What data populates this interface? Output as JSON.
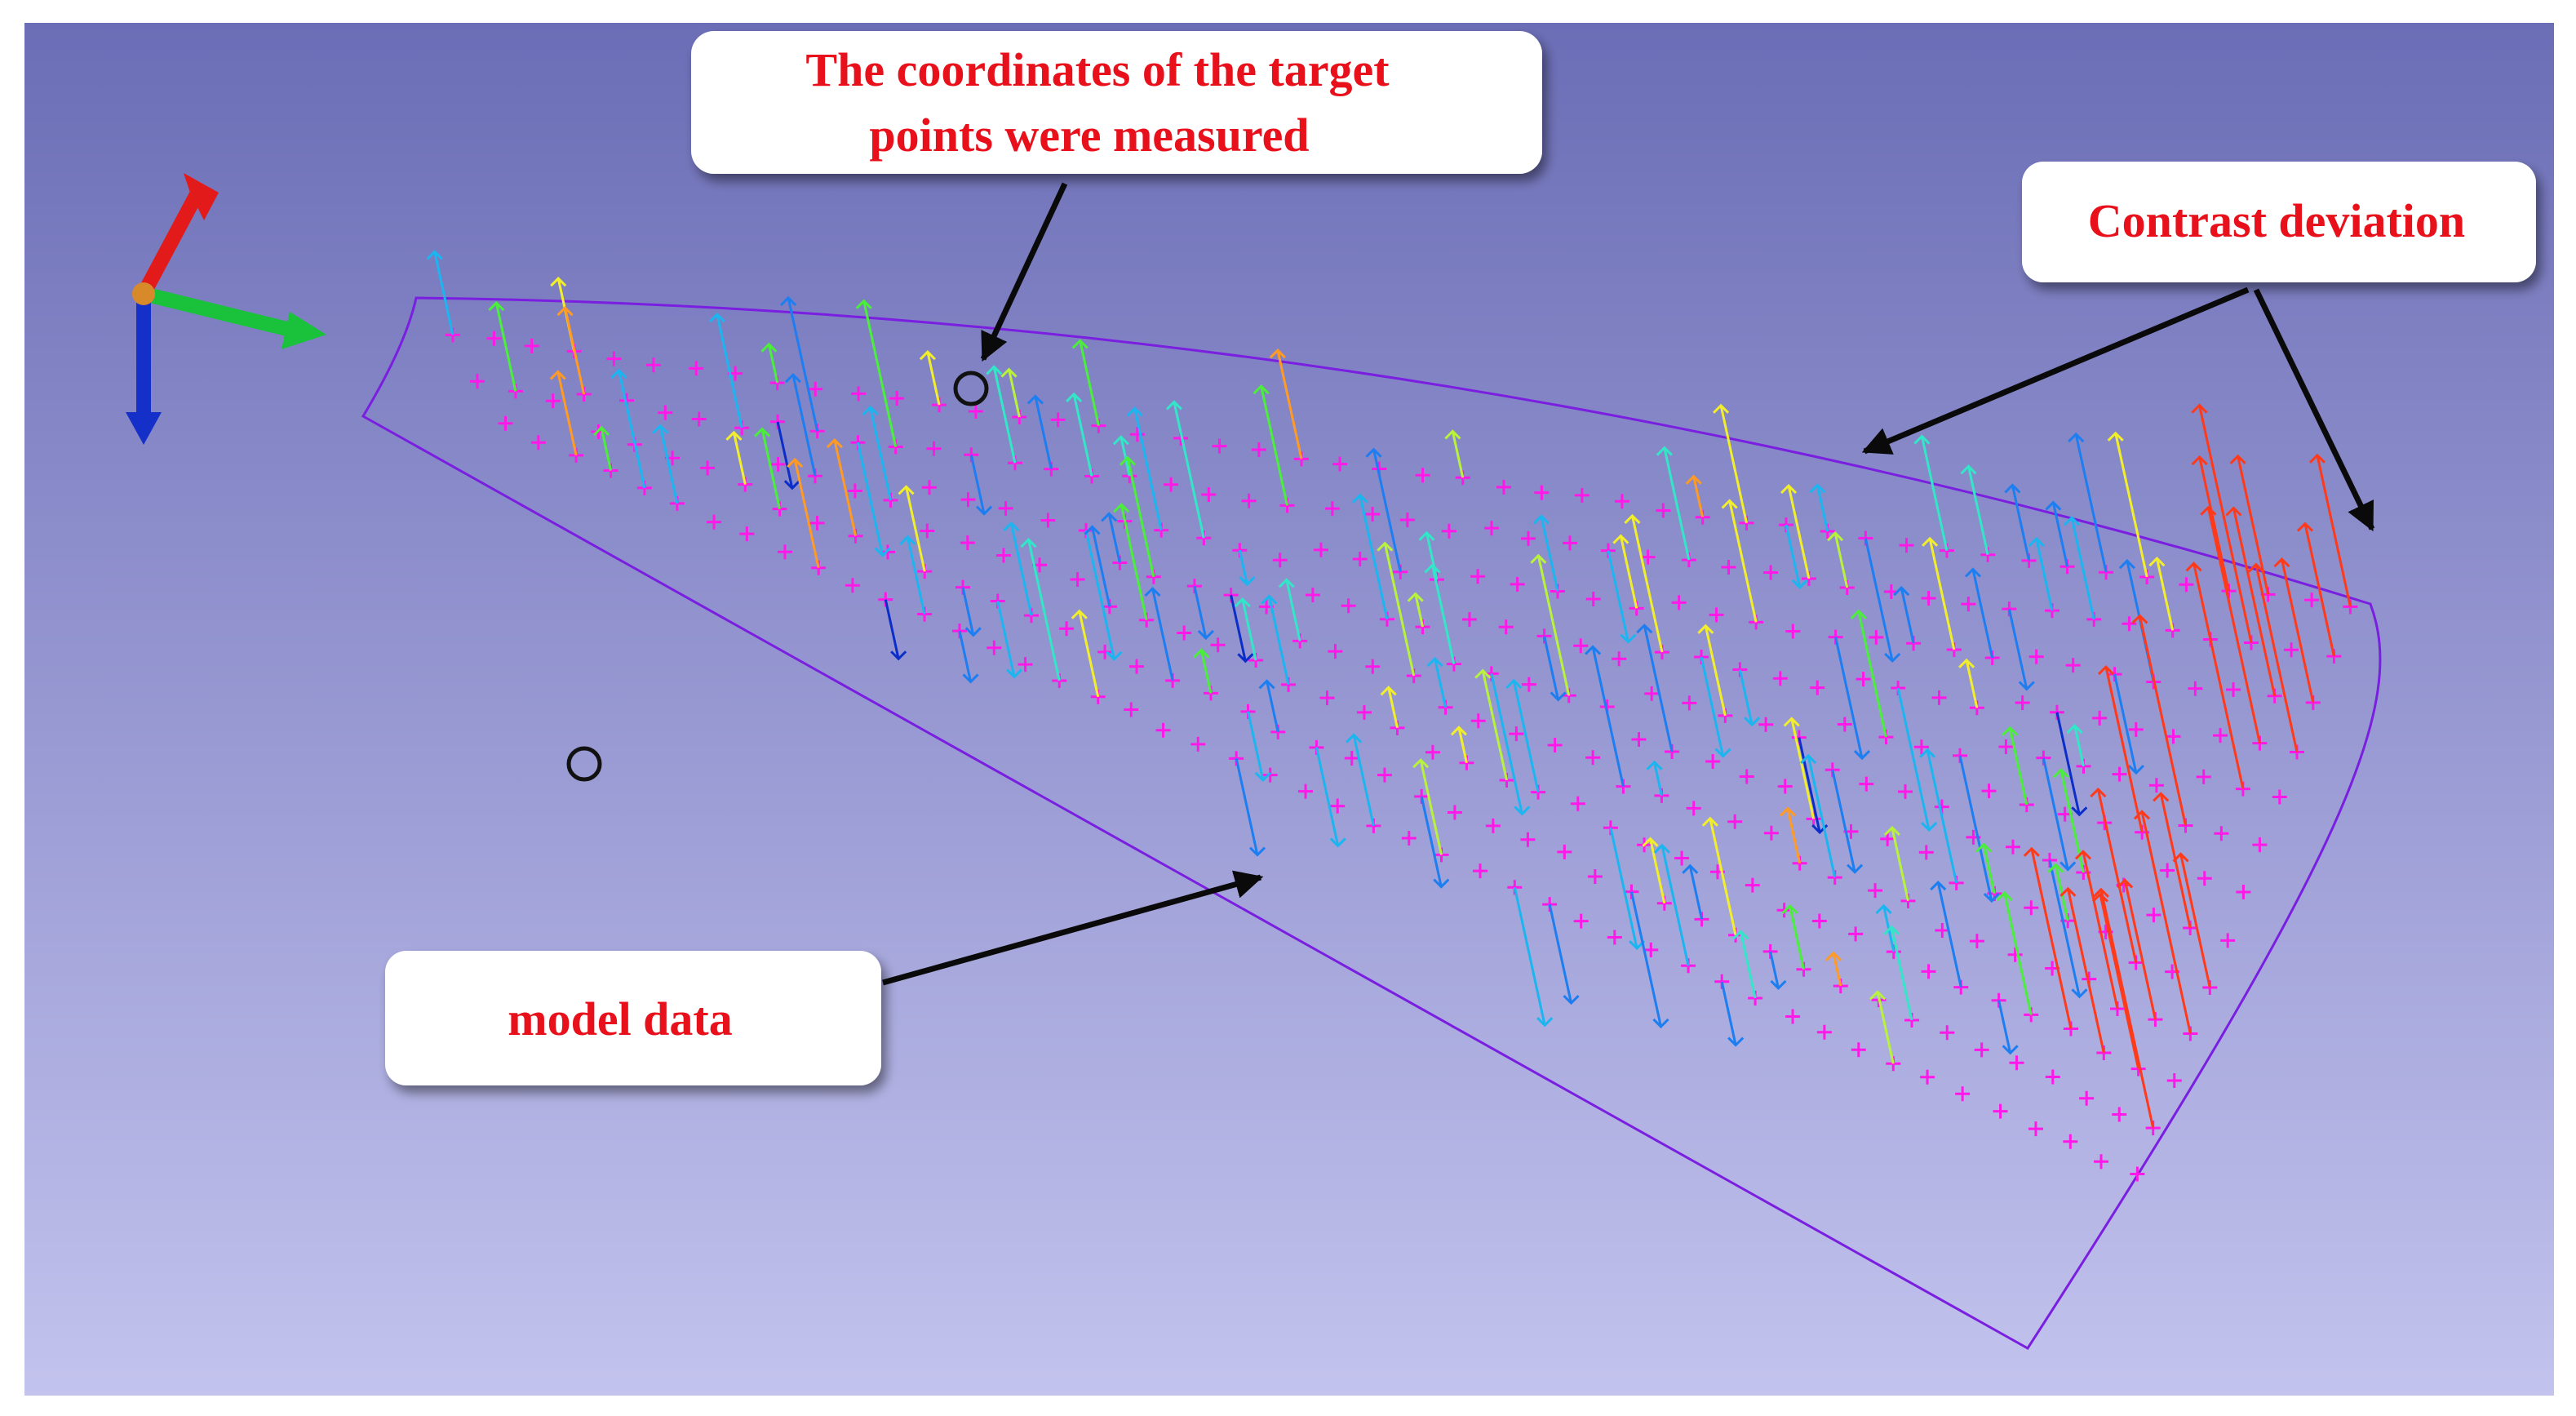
{
  "annotations": {
    "measured_line1": "The coordinates of the target",
    "measured_line2": "points were measured",
    "contrast": "Contrast deviation",
    "model": "model data"
  },
  "colors": {
    "bg_top": "#6b6db6",
    "bg_bottom": "#c3c3ee",
    "boundary": "#7a1ee0",
    "point": "#ff18e8",
    "label_text": "#e8111b",
    "callout_fill": "#ffffff",
    "arrow": "#0a0a0a",
    "axis_x": "#19c23a",
    "axis_y": "#e21a1a",
    "axis_z": "#1530c8",
    "deviation_palette": [
      "#0b2ec9",
      "#1c7ef0",
      "#1bb5f0",
      "#33e6c8",
      "#4cee3c",
      "#b9f23c",
      "#f2ee2c",
      "#ff9a24",
      "#ff3a1a"
    ]
  },
  "icons": [
    "coordinate-axes-icon",
    "target-circle-icon"
  ]
}
